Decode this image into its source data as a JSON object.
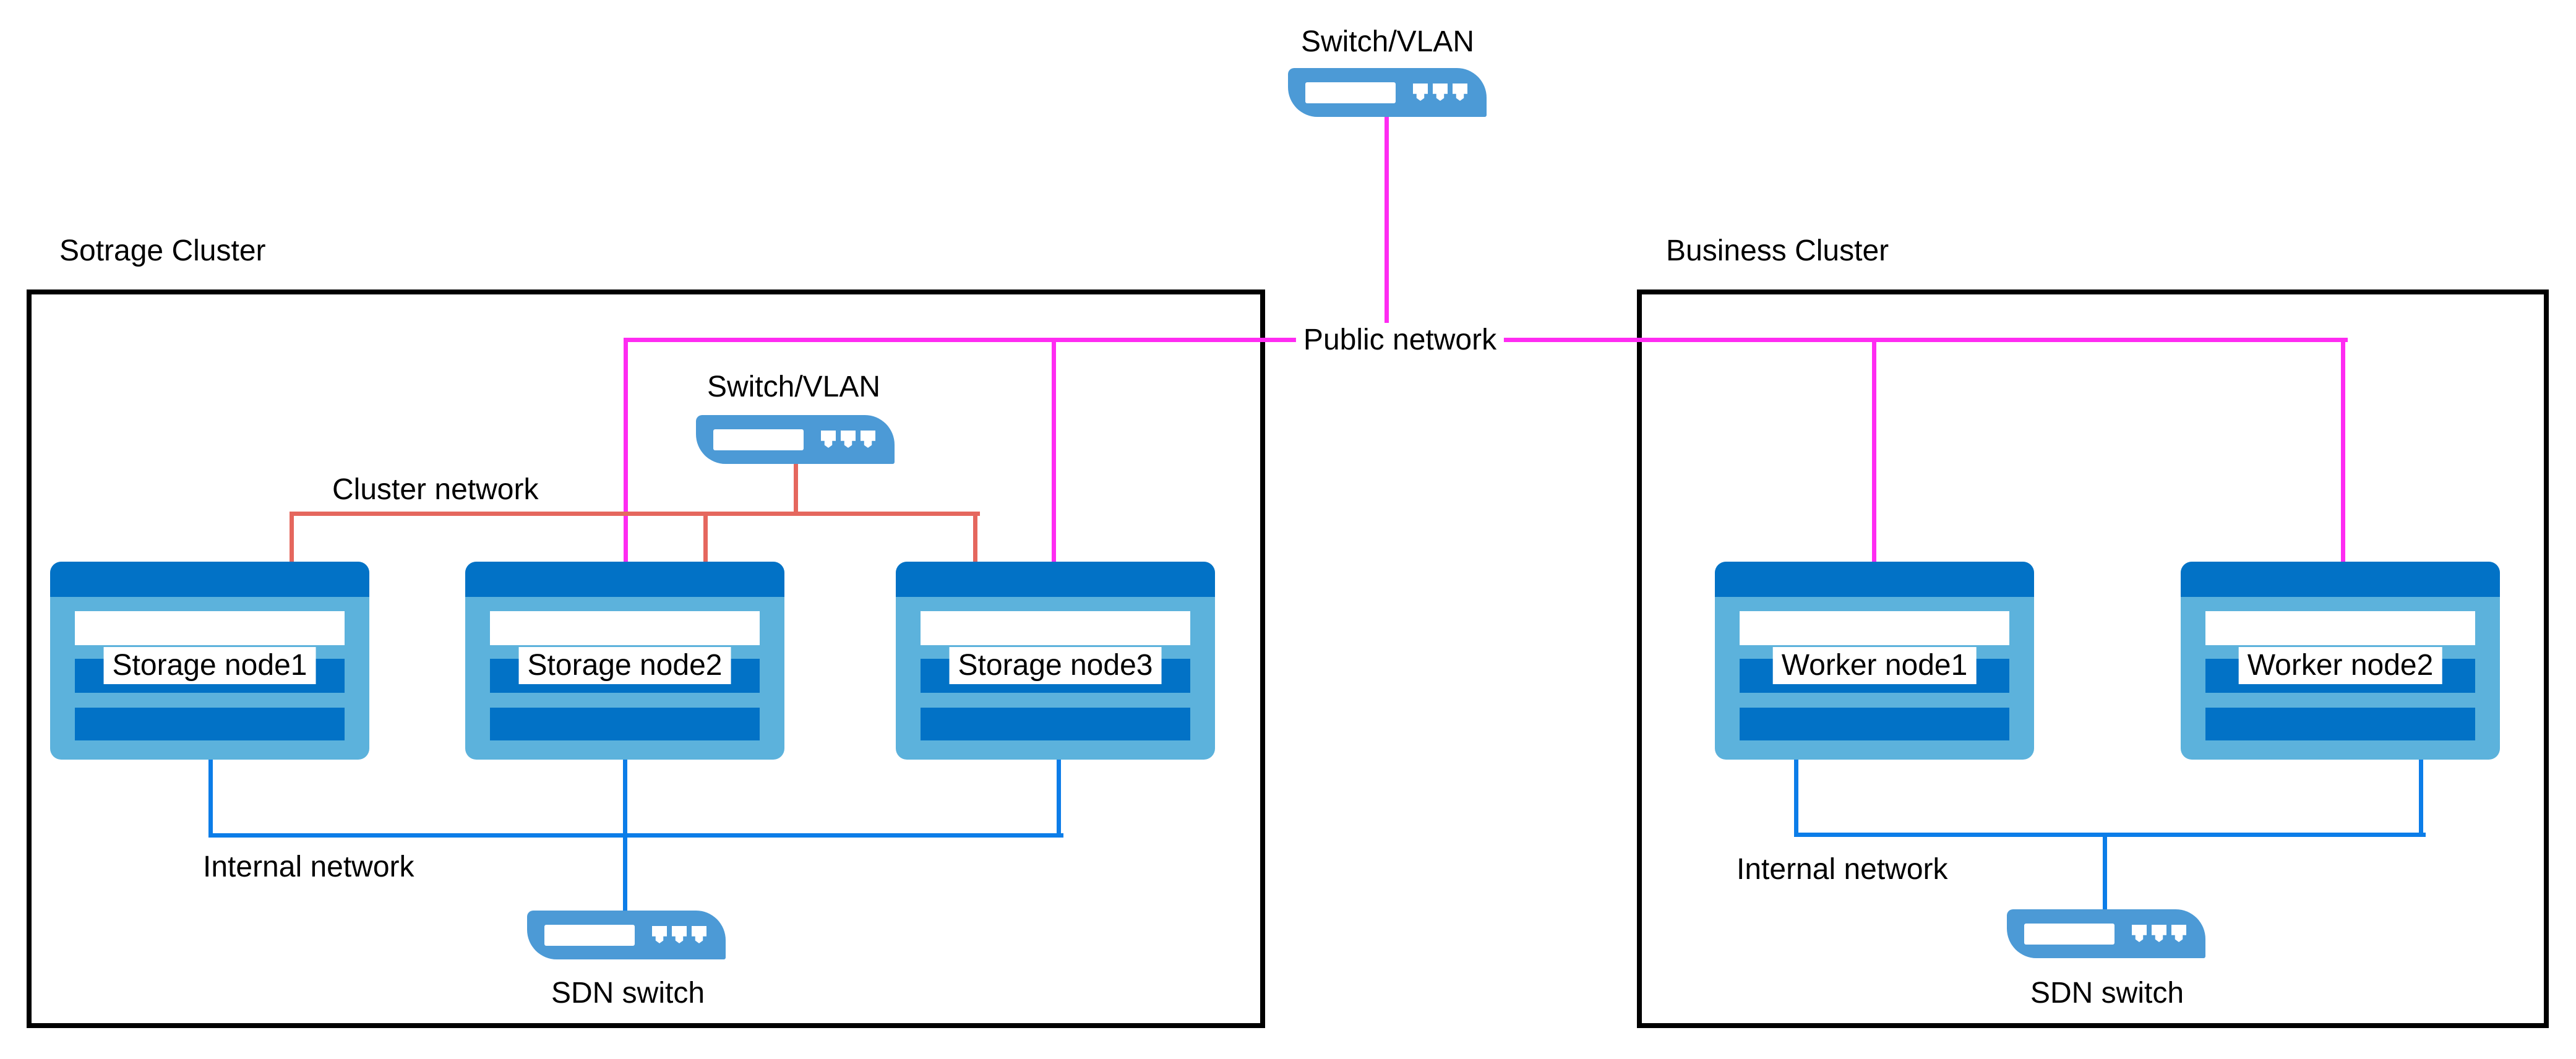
{
  "diagram_type": "network-architecture",
  "labels": {
    "storage_cluster_title": "Sotrage Cluster",
    "business_cluster_title": "Business Cluster",
    "top_switch": "Switch/VLAN",
    "storage_switch": "Switch/VLAN",
    "public_network": "Public network",
    "cluster_network": "Cluster network",
    "storage_internal_network": "Internal network",
    "business_internal_network": "Internal network",
    "storage_sdn_switch": "SDN switch",
    "business_sdn_switch": "SDN switch"
  },
  "nodes": {
    "storage": [
      "Storage node1",
      "Storage node2",
      "Storage node3"
    ],
    "business": [
      "Worker node1",
      "Worker node2"
    ]
  },
  "topology": {
    "public_network_connects": [
      "top Switch/VLAN",
      "Storage node2",
      "Storage node3",
      "Worker node1",
      "Worker node2"
    ],
    "cluster_network_connects": [
      "storage Switch/VLAN",
      "Storage node1",
      "Storage node2",
      "Storage node3"
    ],
    "storage_internal_network_connects": [
      "Storage node1",
      "Storage node2",
      "Storage node3",
      "storage SDN switch"
    ],
    "business_internal_network_connects": [
      "Worker node1",
      "Worker node2",
      "business SDN switch"
    ]
  },
  "colors": {
    "public_network_line": "#FF2BF2",
    "cluster_network_line": "#E5675E",
    "internal_network_line": "#0C7DE8",
    "node_dark_blue": "#0272C6",
    "node_light_blue": "#5CB2DC",
    "switch_blue": "#4C9AD6",
    "box_border": "#000000",
    "text": "#000000",
    "background": "#FFFFFF"
  }
}
